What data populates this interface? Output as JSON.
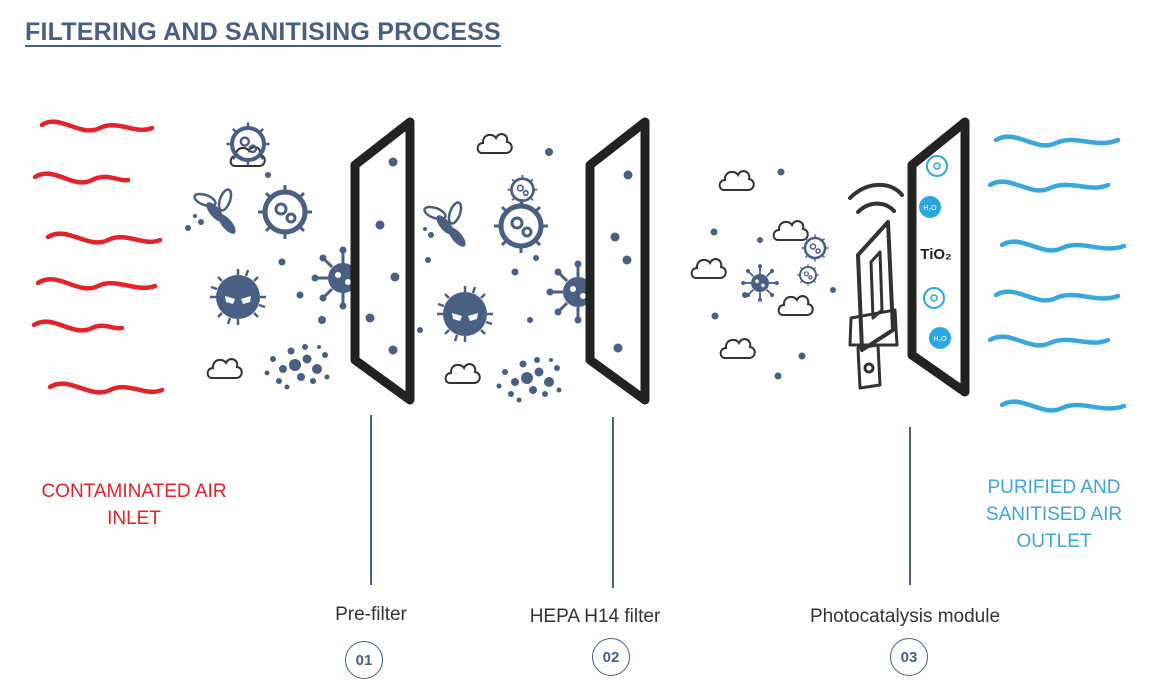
{
  "title": "FILTERING AND SANITISING PROCESS",
  "inlet": {
    "line1": "CONTAMINATED AIR",
    "line2": "INLET"
  },
  "outlet": {
    "line1": "PURIFIED AND",
    "line2": "SANITISED AIR",
    "line3": "OUTLET"
  },
  "stages": [
    {
      "label": "Pre-filter",
      "number": "01"
    },
    {
      "label": "HEPA H14 filter",
      "number": "02"
    },
    {
      "label": "Photocatalysis module",
      "number": "03"
    }
  ],
  "module": {
    "tio2": "TiO₂",
    "h2o": "H₂O"
  },
  "colors": {
    "title": "#4a5f84",
    "inlet": "#e3232a",
    "outlet": "#3ba6dc",
    "icon": "#4a5f84",
    "filter": "#222222",
    "line": "#4a5f84"
  },
  "icons": [
    "wave-red",
    "wave-blue",
    "cloud-icon",
    "bacteria-icon",
    "virus-icon",
    "mite-icon",
    "dust-icon",
    "pollen-icon",
    "uv-lamp-icon",
    "wifi-icon"
  ]
}
